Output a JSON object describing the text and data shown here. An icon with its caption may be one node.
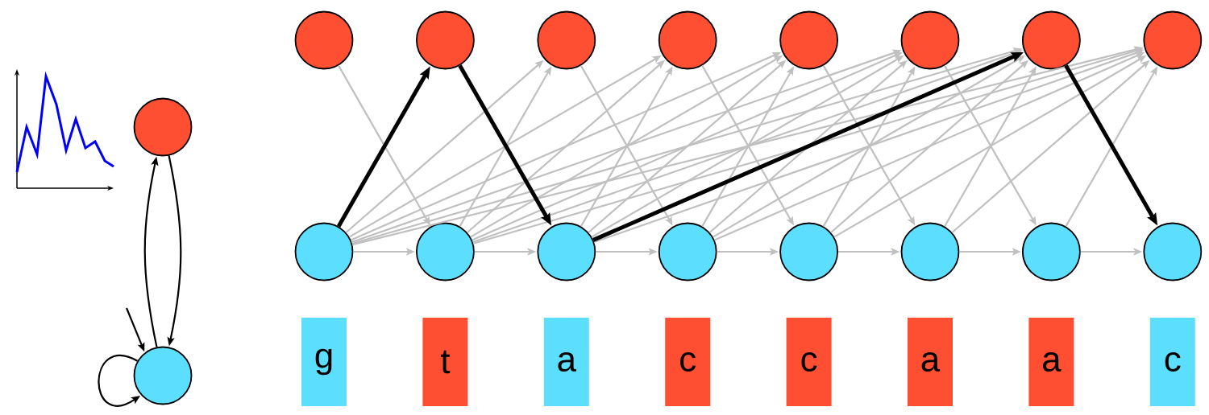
{
  "diagram": {
    "nodes": [
      {
        "text": [],
        "shape": "circle"
      },
      {
        "text": [],
        "shape": "circle"
      },
      {
        "text": [],
        "shape": "circle"
      },
      {
        "text": [],
        "shape": "circle"
      },
      {
        "text": [],
        "shape": "circle"
      },
      {
        "text": [],
        "shape": "circle"
      },
      {
        "text": [],
        "shape": "circle"
      },
      {
        "text": [],
        "shape": "circle"
      },
      {
        "text": [],
        "shape": "circle"
      },
      {
        "text": [],
        "shape": "circle"
      },
      {
        "text": [],
        "shape": "circle"
      },
      {
        "text": [],
        "shape": "circle"
      },
      {
        "text": [],
        "shape": "circle"
      },
      {
        "text": [],
        "shape": "circle"
      },
      {
        "text": [],
        "shape": "circle"
      },
      {
        "text": [],
        "shape": "circle"
      },
      {
        "text": [],
        "shape": "circle"
      },
      {
        "text": [],
        "shape": "circle"
      },
      {
        "text": [
          "g"
        ]
      },
      {
        "text": [
          "t"
        ]
      },
      {
        "text": [
          "a"
        ]
      },
      {
        "text": [
          "c"
        ]
      },
      {
        "text": [
          "c"
        ]
      },
      {
        "text": [
          "a"
        ]
      },
      {
        "text": [
          "a"
        ]
      },
      {
        "text": [
          "c"
        ]
      }
    ],
    "edges": [
      {
        "from": 1,
        "to": 0,
        "arrow": "to",
        "color": "#000000"
      },
      {
        "from": 0,
        "to": 1,
        "arrow": "to",
        "color": "#000000"
      },
      {
        "from": 1,
        "to": 1,
        "arrow": "to",
        "color": "#000000"
      },
      {
        "from": null,
        "to": 1,
        "arrow": "to",
        "color": "#000000"
      },
      {
        "from": 10,
        "to": 11,
        "arrow": "to"
      },
      {
        "from": 11,
        "to": 12,
        "arrow": "to"
      },
      {
        "from": 12,
        "to": 13,
        "arrow": "to"
      },
      {
        "from": 13,
        "to": 14,
        "arrow": "to"
      },
      {
        "from": 14,
        "to": 15,
        "arrow": "to"
      },
      {
        "from": 15,
        "to": 16,
        "arrow": "to"
      },
      {
        "from": 16,
        "to": 17,
        "arrow": "to"
      },
      {
        "from": 2,
        "to": 11,
        "arrow": "to"
      },
      {
        "from": 3,
        "to": 12,
        "arrow": "to",
        "style": "thick",
        "color": "#000000"
      },
      {
        "from": 4,
        "to": 13,
        "arrow": "to"
      },
      {
        "from": 5,
        "to": 14,
        "arrow": "to"
      },
      {
        "from": 6,
        "to": 15,
        "arrow": "to"
      },
      {
        "from": 7,
        "to": 16,
        "arrow": "to"
      },
      {
        "from": 8,
        "to": 17,
        "arrow": "to",
        "style": "thick",
        "color": "#000000"
      },
      {
        "from": 10,
        "to": 3,
        "arrow": "to",
        "style": "thick",
        "color": "#000000"
      },
      {
        "from": 10,
        "to": 4,
        "arrow": "to"
      },
      {
        "from": 10,
        "to": 5,
        "arrow": "to"
      },
      {
        "from": 10,
        "to": 6,
        "arrow": "to"
      },
      {
        "from": 10,
        "to": 7,
        "arrow": "to"
      },
      {
        "from": 10,
        "to": 8,
        "arrow": "to"
      },
      {
        "from": 10,
        "to": 9,
        "arrow": "to"
      },
      {
        "from": 11,
        "to": 4,
        "arrow": "to"
      },
      {
        "from": 11,
        "to": 5,
        "arrow": "to"
      },
      {
        "from": 11,
        "to": 6,
        "arrow": "to"
      },
      {
        "from": 11,
        "to": 7,
        "arrow": "to"
      },
      {
        "from": 11,
        "to": 8,
        "arrow": "to"
      },
      {
        "from": 11,
        "to": 9,
        "arrow": "to"
      },
      {
        "from": 12,
        "to": 5,
        "arrow": "to"
      },
      {
        "from": 12,
        "to": 6,
        "arrow": "to"
      },
      {
        "from": 12,
        "to": 7,
        "arrow": "to"
      },
      {
        "from": 12,
        "to": 8,
        "arrow": "to",
        "style": "thick",
        "color": "#000000"
      },
      {
        "from": 12,
        "to": 9,
        "arrow": "to"
      },
      {
        "from": 13,
        "to": 6,
        "arrow": "to"
      },
      {
        "from": 13,
        "to": 7,
        "arrow": "to"
      },
      {
        "from": 13,
        "to": 8,
        "arrow": "to"
      },
      {
        "from": 13,
        "to": 9,
        "arrow": "to"
      },
      {
        "from": 14,
        "to": 7,
        "arrow": "to"
      },
      {
        "from": 14,
        "to": 8,
        "arrow": "to"
      },
      {
        "from": 14,
        "to": 9,
        "arrow": "to"
      },
      {
        "from": 15,
        "to": 8,
        "arrow": "to"
      },
      {
        "from": 15,
        "to": 9,
        "arrow": "to"
      },
      {
        "from": 16,
        "to": 9,
        "arrow": "to"
      }
    ]
  }
}
